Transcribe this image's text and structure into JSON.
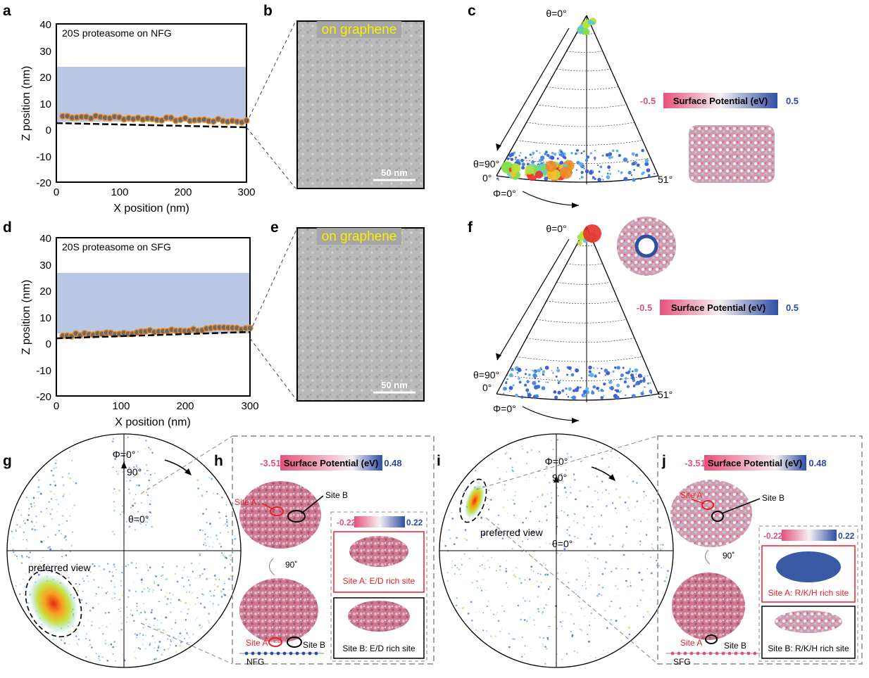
{
  "panels": {
    "a": {
      "letter": "a",
      "title": "20S proteasome on NFG",
      "xlabel": "X position (nm)",
      "ylabel": "Z position (nm)",
      "xticks": [
        "0",
        "100",
        "200",
        "300"
      ],
      "yticks": [
        "40",
        "30",
        "20",
        "10",
        "0",
        "-10",
        "-20"
      ]
    },
    "b": {
      "letter": "b",
      "label": "on graphene",
      "scale": "50 nm"
    },
    "c": {
      "letter": "c",
      "theta_top": "θ=0°",
      "theta_bottom": "θ=90°",
      "phi_start": "0°",
      "phi_end": "51°",
      "phi_label": "Φ=0°"
    },
    "c_bar": {
      "min": "-0.5",
      "max": "0.5",
      "label": "Surface Potential (eV)"
    },
    "d": {
      "letter": "d",
      "title": "20S proteasome on SFG",
      "xlabel": "X position (nm)",
      "ylabel": "Z position (nm)",
      "xticks": [
        "0",
        "100",
        "200",
        "300"
      ],
      "yticks": [
        "40",
        "30",
        "20",
        "10",
        "0",
        "-10",
        "-20"
      ]
    },
    "e": {
      "letter": "e",
      "label": "on graphene",
      "scale": "50 nm"
    },
    "f": {
      "letter": "f",
      "theta_top": "θ=0°",
      "theta_bottom": "θ=90°",
      "phi_start": "0°",
      "phi_end": "51°",
      "phi_label": "Φ=0°"
    },
    "f_bar": {
      "min": "-0.5",
      "max": "0.5",
      "label": "Surface Potential (eV)"
    },
    "g": {
      "letter": "g",
      "phi": "Φ=0°",
      "ninety": "90°",
      "theta": "θ=0°",
      "preferred": "preferred view"
    },
    "h": {
      "letter": "h",
      "bar_min": "-3.51",
      "bar_max": "0.48",
      "bar_label": "Surface Potential (eV)",
      "site_a": "Site A",
      "site_b": "Site B",
      "rot": "90˚",
      "inset_min": "-0.22",
      "inset_max": "0.22",
      "inset_a": "Site A: E/D rich site",
      "inset_b": "Site B: E/D rich site",
      "substrate": "NFG"
    },
    "i": {
      "letter": "i",
      "phi": "Φ=0°",
      "ninety": "90°",
      "theta": "θ=0°",
      "preferred": "preferred view"
    },
    "j": {
      "letter": "j",
      "bar_min": "-3.51",
      "bar_max": "0.48",
      "bar_label": "Surface Potential (eV)",
      "site_a": "Site A",
      "site_b": "Site B",
      "rot": "90˚",
      "inset_min": "-0.22",
      "inset_max": "0.22",
      "inset_a": "Site A: R/K/H rich site",
      "inset_b": "Site B: R/K/H rich site",
      "substrate": "SFG"
    }
  },
  "colors": {
    "band": "#b8c8e4",
    "orange": "#f08a24",
    "neg": "#e0507a",
    "pos": "#2a4aa8",
    "site": "#e8202a"
  },
  "chart_data": [
    {
      "type": "scatter",
      "panel": "a",
      "title": "20S proteasome on NFG",
      "xlabel": "X position (nm)",
      "ylabel": "Z position (nm)",
      "xlim": [
        0,
        300
      ],
      "ylim": [
        -20,
        40
      ],
      "shaded_band": [
        2,
        24
      ],
      "fit_line": [
        [
          0,
          2
        ],
        [
          300,
          2
        ]
      ],
      "points_z_range": [
        3,
        5
      ]
    },
    {
      "type": "scatter",
      "panel": "d",
      "title": "20S proteasome on SFG",
      "xlabel": "X position (nm)",
      "ylabel": "Z position (nm)",
      "xlim": [
        0,
        300
      ],
      "ylim": [
        -20,
        40
      ],
      "shaded_band": [
        2,
        26
      ],
      "fit_line": [
        [
          0,
          1.5
        ],
        [
          300,
          3
        ]
      ],
      "points_z_range": [
        3,
        6
      ]
    }
  ]
}
